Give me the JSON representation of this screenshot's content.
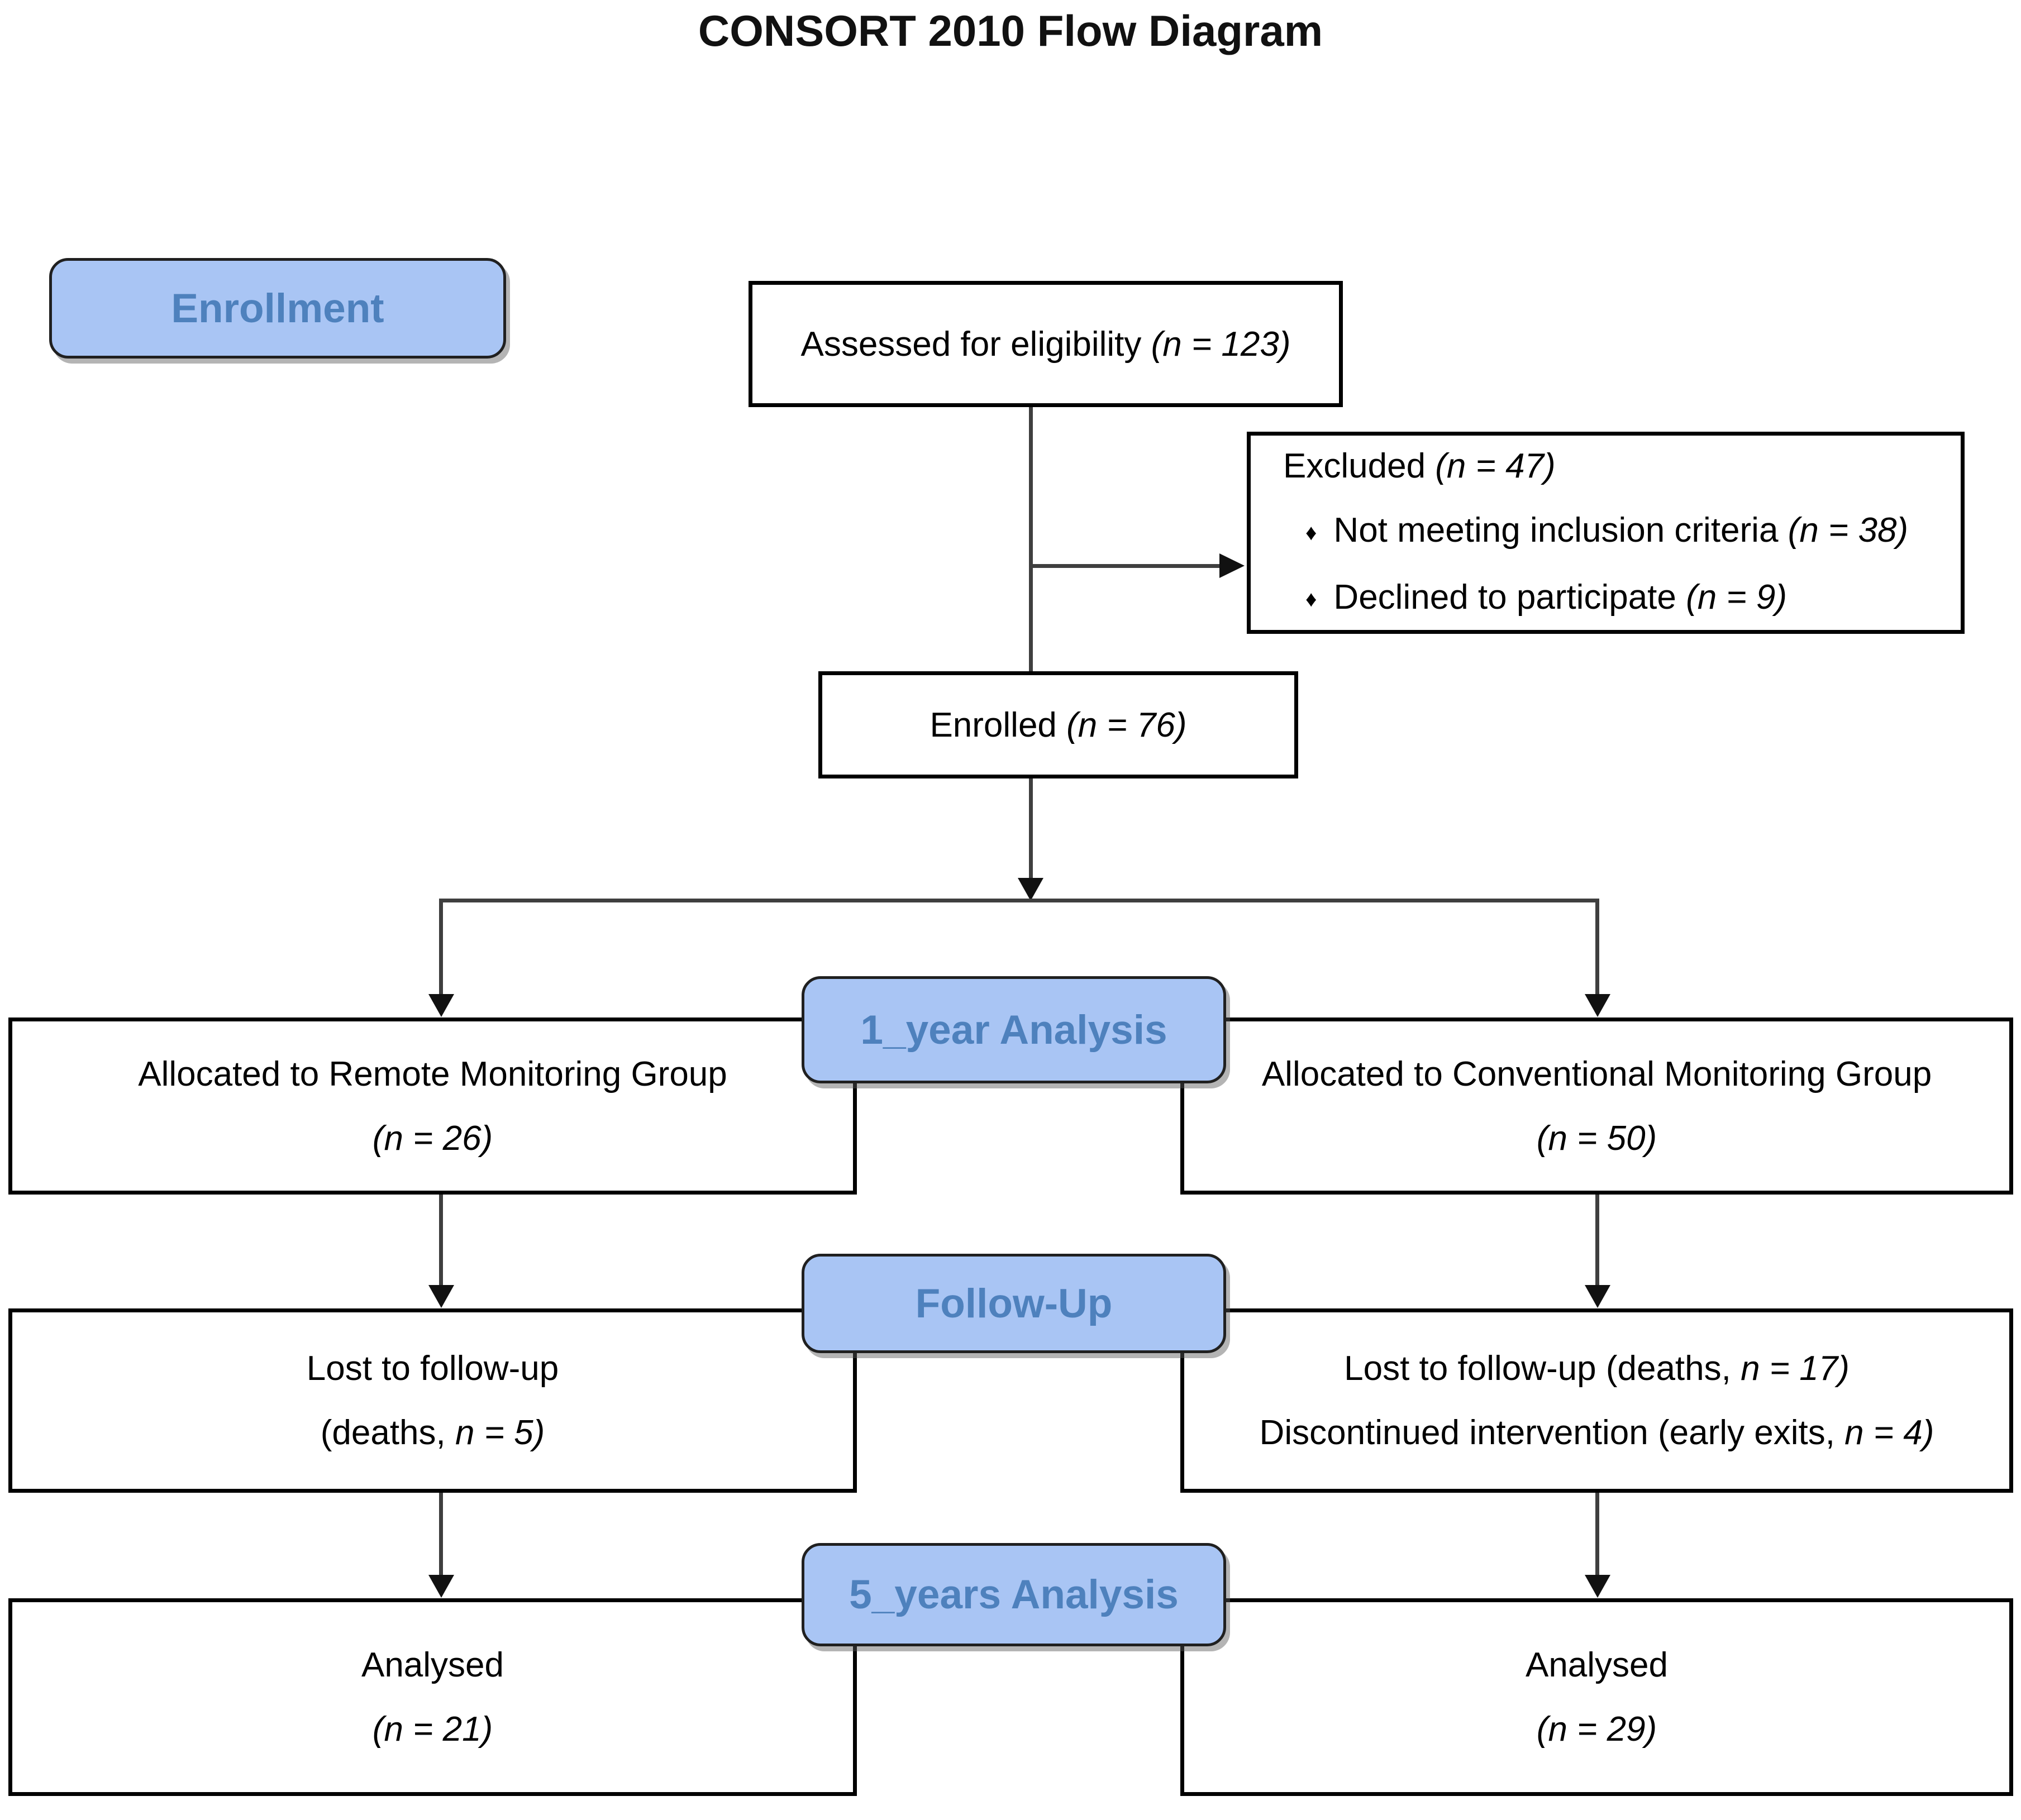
{
  "title": "CONSORT 2010 Flow Diagram",
  "colors": {
    "accentFill": "#a9c5f4",
    "accentText": "#4e81bd",
    "accentBorder": "#202020",
    "boxBorder": "#000000",
    "lineColor": "#3f3f3f",
    "arrowColor": "#111111"
  },
  "stage_labels": {
    "enrollment": "Enrollment",
    "one_year": "1_year Analysis",
    "follow_up": "Follow-Up",
    "five_years": "5_years Analysis"
  },
  "bullet_glyph": "♦",
  "boxes": {
    "assessed": {
      "pre": "Assessed for eligibility ",
      "it": "(n = 123)"
    },
    "excluded": {
      "title": {
        "pre": "Excluded ",
        "it": "(n = 47)"
      },
      "b1": {
        "pre": "Not meeting inclusion criteria ",
        "it": "(n = 38)"
      },
      "b2": {
        "pre": "Declined to participate ",
        "it": "(n = 9)"
      }
    },
    "enrolled": {
      "pre": "Enrolled ",
      "it": "(n = 76)"
    },
    "alloc_left": {
      "l1": {
        "pre": "Allocated to Remote Monitoring Group"
      },
      "l2": {
        "it": "(n = 26)"
      }
    },
    "alloc_right": {
      "l1": {
        "pre": "Allocated to Conventional Monitoring Group"
      },
      "l2": {
        "it": "(n = 50)"
      }
    },
    "fu_left": {
      "l1": {
        "pre": "Lost to follow-up"
      },
      "l2": {
        "pre": "(deaths, ",
        "it": "n = 5)"
      }
    },
    "fu_right": {
      "l1": {
        "pre": "Lost to follow-up (deaths, ",
        "it": "n = 17)"
      },
      "l2": {
        "pre": "Discontinued intervention (early exits, ",
        "it": "n = 4)"
      }
    },
    "an_left": {
      "l1": {
        "pre": "Analysed"
      },
      "l2": {
        "it": "(n = 21)"
      }
    },
    "an_right": {
      "l1": {
        "pre": "Analysed"
      },
      "l2": {
        "it": "(n = 29)"
      }
    }
  }
}
